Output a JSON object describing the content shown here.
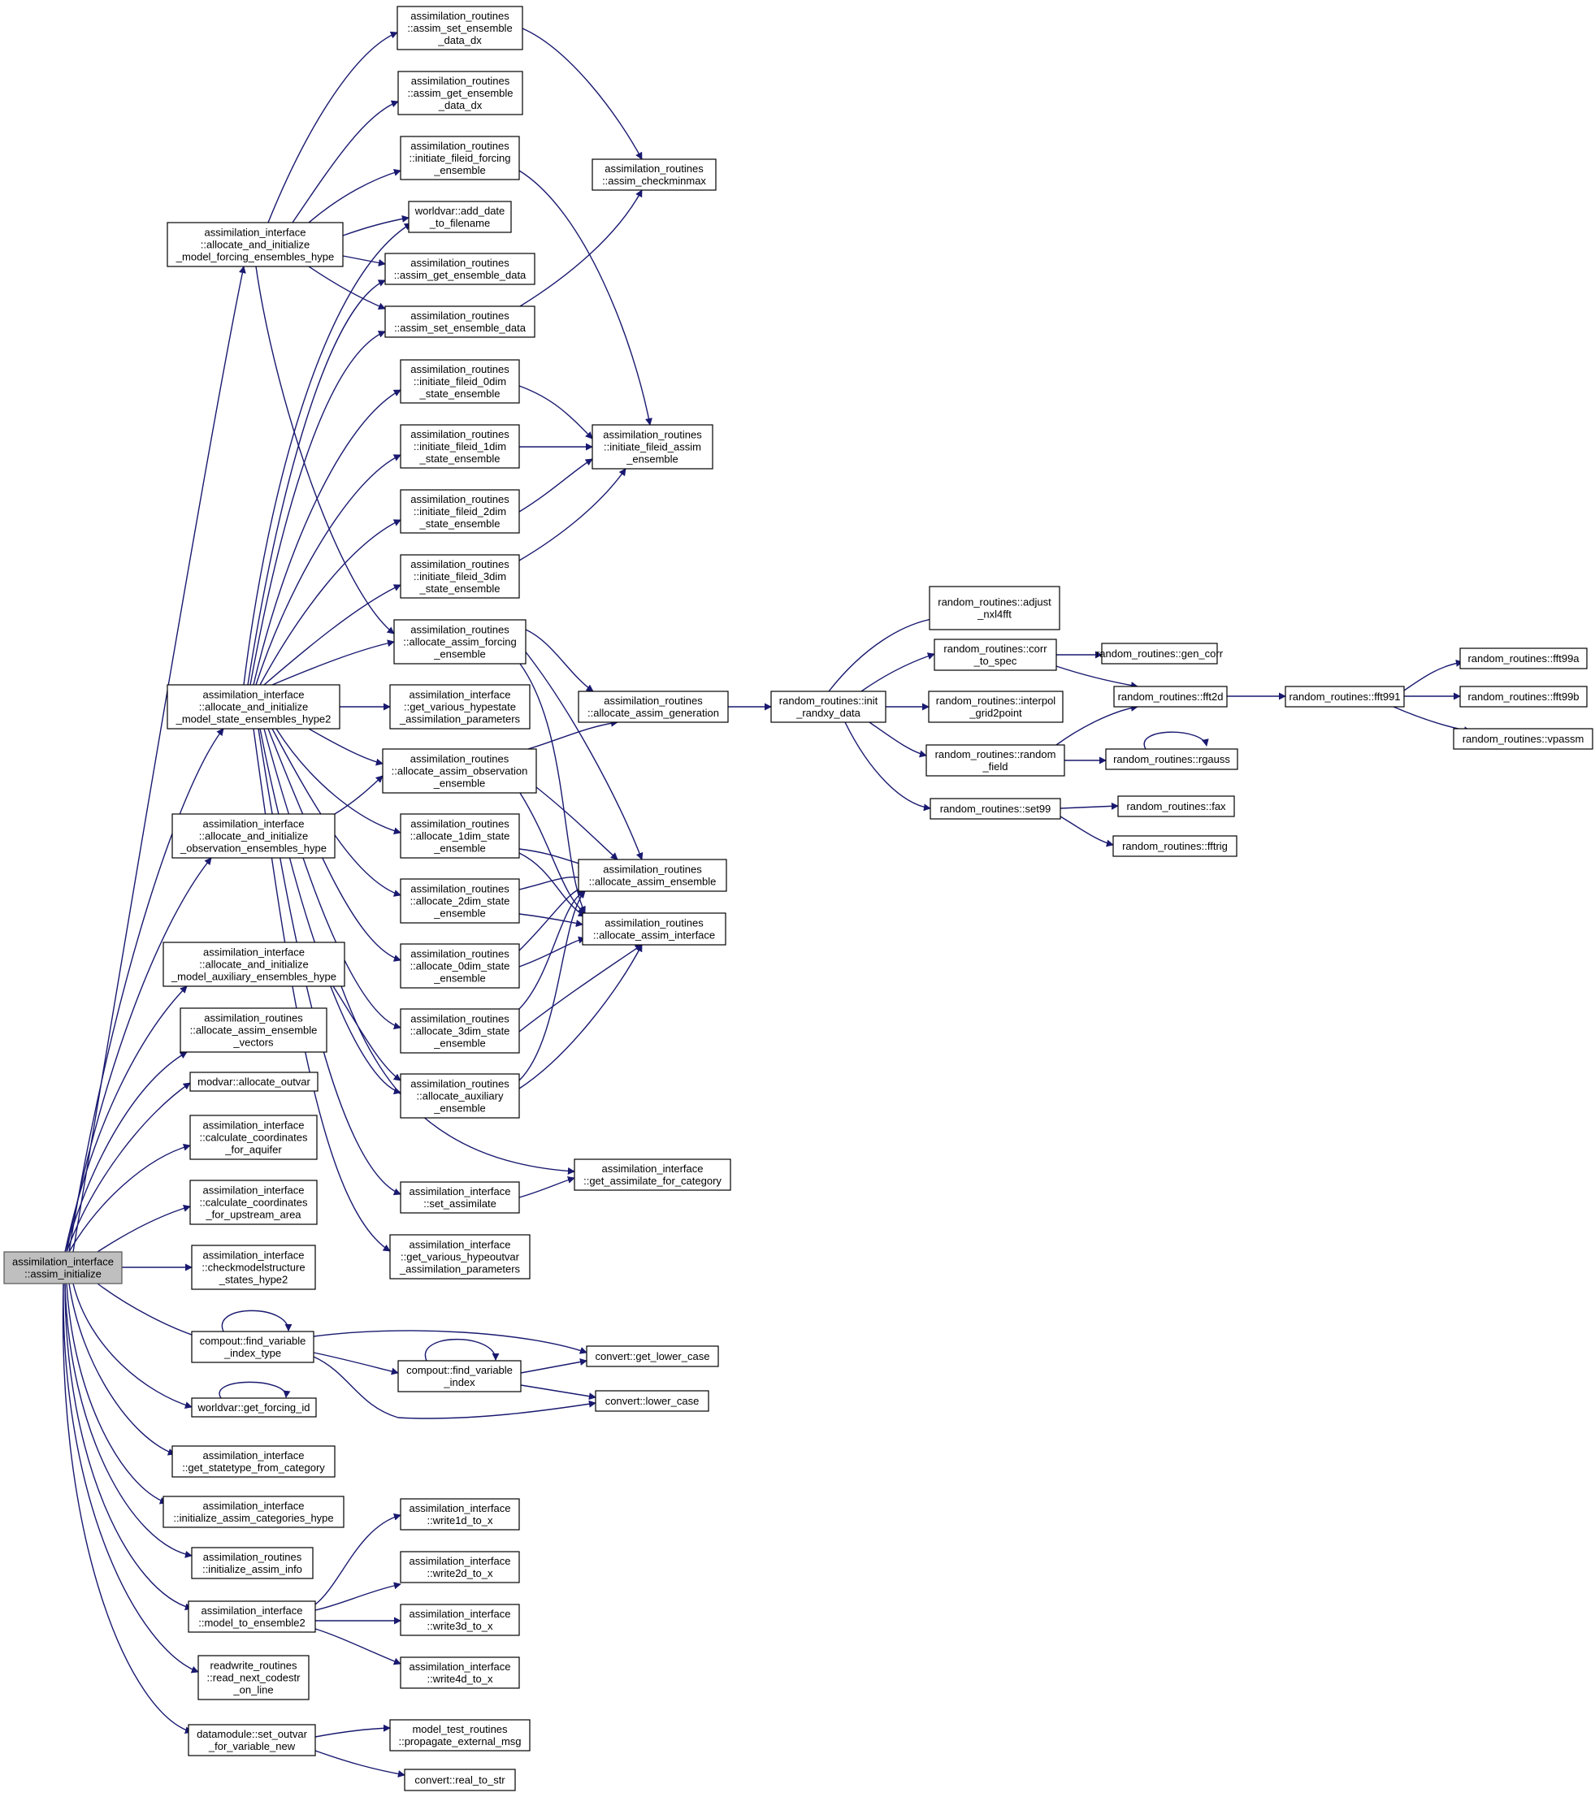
{
  "colors": {
    "edge": "#191970",
    "node_border": "#000000",
    "node_fill": "#ffffff",
    "root_fill": "#bfbfbf"
  },
  "diagram": {
    "type": "call-graph",
    "root": "n_root",
    "nodes": [
      {
        "id": "n_root",
        "lines": [
          "assimilation_interface",
          "::assim_initialize"
        ]
      },
      {
        "id": "n_afeh",
        "lines": [
          "assimilation_interface",
          "::allocate_and_initialize",
          "_model_forcing_ensembles_hype"
        ]
      },
      {
        "id": "n_aseh2",
        "lines": [
          "assimilation_interface",
          "::allocate_and_initialize",
          "_model_state_ensembles_hype2"
        ]
      },
      {
        "id": "n_aoeh",
        "lines": [
          "assimilation_interface",
          "::allocate_and_initialize",
          "_observation_ensembles_hype"
        ]
      },
      {
        "id": "n_aaeh",
        "lines": [
          "assimilation_interface",
          "::allocate_and_initialize",
          "_model_auxiliary_ensembles_hype"
        ]
      },
      {
        "id": "n_aaev",
        "lines": [
          "assimilation_routines",
          "::allocate_assim_ensemble",
          "_vectors"
        ]
      },
      {
        "id": "n_mao",
        "lines": [
          "modvar::allocate_outvar"
        ]
      },
      {
        "id": "n_cca",
        "lines": [
          "assimilation_interface",
          "::calculate_coordinates",
          "_for_aquifer"
        ]
      },
      {
        "id": "n_ccu",
        "lines": [
          "assimilation_interface",
          "::calculate_coordinates",
          "_for_upstream_area"
        ]
      },
      {
        "id": "n_cms",
        "lines": [
          "assimilation_interface",
          "::checkmodelstructure",
          "_states_hype2"
        ]
      },
      {
        "id": "n_fvit",
        "lines": [
          "compout::find_variable",
          "_index_type"
        ]
      },
      {
        "id": "n_gfid",
        "lines": [
          "worldvar::get_forcing_id"
        ]
      },
      {
        "id": "n_gsfc",
        "lines": [
          "assimilation_interface",
          "::get_statetype_from_category"
        ]
      },
      {
        "id": "n_iach",
        "lines": [
          "assimilation_interface",
          "::initialize_assim_categories_hype"
        ]
      },
      {
        "id": "n_iai",
        "lines": [
          "assimilation_routines",
          "::initialize_assim_info"
        ]
      },
      {
        "id": "n_mte2",
        "lines": [
          "assimilation_interface",
          "::model_to_ensemble2"
        ]
      },
      {
        "id": "n_rnc",
        "lines": [
          "readwrite_routines",
          "::read_next_codestr",
          "_on_line"
        ]
      },
      {
        "id": "n_sov",
        "lines": [
          "datamodule::set_outvar",
          "_for_variable_new"
        ]
      },
      {
        "id": "n_sedx",
        "lines": [
          "assimilation_routines",
          "::assim_set_ensemble",
          "_data_dx"
        ]
      },
      {
        "id": "n_gedx",
        "lines": [
          "assimilation_routines",
          "::assim_get_ensemble",
          "_data_dx"
        ]
      },
      {
        "id": "n_iffe",
        "lines": [
          "assimilation_routines",
          "::initiate_fileid_forcing",
          "_ensemble"
        ]
      },
      {
        "id": "n_add",
        "lines": [
          "worldvar::add_date",
          "_to_filename"
        ]
      },
      {
        "id": "n_ged",
        "lines": [
          "assimilation_routines",
          "::assim_get_ensemble_data"
        ]
      },
      {
        "id": "n_sed",
        "lines": [
          "assimilation_routines",
          "::assim_set_ensemble_data"
        ]
      },
      {
        "id": "n_if0",
        "lines": [
          "assimilation_routines",
          "::initiate_fileid_0dim",
          "_state_ensemble"
        ]
      },
      {
        "id": "n_if1",
        "lines": [
          "assimilation_routines",
          "::initiate_fileid_1dim",
          "_state_ensemble"
        ]
      },
      {
        "id": "n_if2",
        "lines": [
          "assimilation_routines",
          "::initiate_fileid_2dim",
          "_state_ensemble"
        ]
      },
      {
        "id": "n_if3",
        "lines": [
          "assimilation_routines",
          "::initiate_fileid_3dim",
          "_state_ensemble"
        ]
      },
      {
        "id": "n_aafe",
        "lines": [
          "assimilation_routines",
          "::allocate_assim_forcing",
          "_ensemble"
        ]
      },
      {
        "id": "n_gvhap",
        "lines": [
          "assimilation_interface",
          "::get_various_hypestate",
          "_assimilation_parameters"
        ]
      },
      {
        "id": "n_aaoe",
        "lines": [
          "assimilation_routines",
          "::allocate_assim_observation",
          "_ensemble"
        ]
      },
      {
        "id": "n_a1d",
        "lines": [
          "assimilation_routines",
          "::allocate_1dim_state",
          "_ensemble"
        ]
      },
      {
        "id": "n_a2d",
        "lines": [
          "assimilation_routines",
          "::allocate_2dim_state",
          "_ensemble"
        ]
      },
      {
        "id": "n_a0d",
        "lines": [
          "assimilation_routines",
          "::allocate_0dim_state",
          "_ensemble"
        ]
      },
      {
        "id": "n_a3d",
        "lines": [
          "assimilation_routines",
          "::allocate_3dim_state",
          "_ensemble"
        ]
      },
      {
        "id": "n_aaux",
        "lines": [
          "assimilation_routines",
          "::allocate_auxiliary",
          "_ensemble"
        ]
      },
      {
        "id": "n_sa",
        "lines": [
          "assimilation_interface",
          "::set_assimilate"
        ]
      },
      {
        "id": "n_gvho",
        "lines": [
          "assimilation_interface",
          "::get_various_hypeoutvar",
          "_assimilation_parameters"
        ]
      },
      {
        "id": "n_fvi",
        "lines": [
          "compout::find_variable",
          "_index"
        ]
      },
      {
        "id": "n_w1",
        "lines": [
          "assimilation_interface",
          "::write1d_to_x"
        ]
      },
      {
        "id": "n_w2",
        "lines": [
          "assimilation_interface",
          "::write2d_to_x"
        ]
      },
      {
        "id": "n_w3",
        "lines": [
          "assimilation_interface",
          "::write3d_to_x"
        ]
      },
      {
        "id": "n_w4",
        "lines": [
          "assimilation_interface",
          "::write4d_to_x"
        ]
      },
      {
        "id": "n_pem",
        "lines": [
          "model_test_routines",
          "::propagate_external_msg"
        ]
      },
      {
        "id": "n_rts",
        "lines": [
          "convert::real_to_str"
        ]
      },
      {
        "id": "n_acmm",
        "lines": [
          "assimilation_routines",
          "::assim_checkminmax"
        ]
      },
      {
        "id": "n_ifae",
        "lines": [
          "assimilation_routines",
          "::initiate_fileid_assim",
          "_ensemble"
        ]
      },
      {
        "id": "n_aag",
        "lines": [
          "assimilation_routines",
          "::allocate_assim_generation"
        ]
      },
      {
        "id": "n_aae",
        "lines": [
          "assimilation_routines",
          "::allocate_assim_ensemble"
        ]
      },
      {
        "id": "n_aai",
        "lines": [
          "assimilation_routines",
          "::allocate_assim_interface"
        ]
      },
      {
        "id": "n_gafc",
        "lines": [
          "assimilation_interface",
          "::get_assimilate_for_category"
        ]
      },
      {
        "id": "n_glc",
        "lines": [
          "convert::get_lower_case"
        ]
      },
      {
        "id": "n_lc",
        "lines": [
          "convert::lower_case"
        ]
      },
      {
        "id": "n_irxy",
        "lines": [
          "random_routines::init",
          "_randxy_data"
        ]
      },
      {
        "id": "n_adj",
        "lines": [
          "random_routines::adjust",
          "_nxl4fft"
        ]
      },
      {
        "id": "n_cts",
        "lines": [
          "random_routines::corr",
          "_to_spec"
        ]
      },
      {
        "id": "n_ig2p",
        "lines": [
          "random_routines::interpol",
          "_grid2point"
        ]
      },
      {
        "id": "n_rf",
        "lines": [
          "random_routines::random",
          "_field"
        ]
      },
      {
        "id": "n_s99",
        "lines": [
          "random_routines::set99"
        ]
      },
      {
        "id": "n_gc",
        "lines": [
          "random_routines::gen_corr"
        ]
      },
      {
        "id": "n_fft2d",
        "lines": [
          "random_routines::fft2d"
        ]
      },
      {
        "id": "n_rg",
        "lines": [
          "random_routines::rgauss"
        ]
      },
      {
        "id": "n_fax",
        "lines": [
          "random_routines::fax"
        ]
      },
      {
        "id": "n_ftr",
        "lines": [
          "random_routines::fftrig"
        ]
      },
      {
        "id": "n_f991",
        "lines": [
          "random_routines::fft991"
        ]
      },
      {
        "id": "n_f99a",
        "lines": [
          "random_routines::fft99a"
        ]
      },
      {
        "id": "n_f99b",
        "lines": [
          "random_routines::fft99b"
        ]
      },
      {
        "id": "n_vp",
        "lines": [
          "random_routines::vpassm"
        ]
      }
    ],
    "edges": [
      [
        "n_root",
        "n_afeh"
      ],
      [
        "n_root",
        "n_aseh2"
      ],
      [
        "n_root",
        "n_aoeh"
      ],
      [
        "n_root",
        "n_aaeh"
      ],
      [
        "n_root",
        "n_aaev"
      ],
      [
        "n_root",
        "n_mao"
      ],
      [
        "n_root",
        "n_cca"
      ],
      [
        "n_root",
        "n_ccu"
      ],
      [
        "n_root",
        "n_cms"
      ],
      [
        "n_root",
        "n_fvit"
      ],
      [
        "n_root",
        "n_gfid"
      ],
      [
        "n_root",
        "n_gsfc"
      ],
      [
        "n_root",
        "n_iach"
      ],
      [
        "n_root",
        "n_iai"
      ],
      [
        "n_root",
        "n_mte2"
      ],
      [
        "n_root",
        "n_rnc"
      ],
      [
        "n_root",
        "n_sov"
      ],
      [
        "n_afeh",
        "n_sedx"
      ],
      [
        "n_afeh",
        "n_gedx"
      ],
      [
        "n_afeh",
        "n_iffe"
      ],
      [
        "n_afeh",
        "n_add"
      ],
      [
        "n_afeh",
        "n_ged"
      ],
      [
        "n_afeh",
        "n_sed"
      ],
      [
        "n_afeh",
        "n_aafe"
      ],
      [
        "n_aseh2",
        "n_add"
      ],
      [
        "n_aseh2",
        "n_ged"
      ],
      [
        "n_aseh2",
        "n_sed"
      ],
      [
        "n_aseh2",
        "n_if0"
      ],
      [
        "n_aseh2",
        "n_if1"
      ],
      [
        "n_aseh2",
        "n_if2"
      ],
      [
        "n_aseh2",
        "n_if3"
      ],
      [
        "n_aseh2",
        "n_aafe"
      ],
      [
        "n_aseh2",
        "n_gvhap"
      ],
      [
        "n_aseh2",
        "n_aaoe"
      ],
      [
        "n_aseh2",
        "n_a1d"
      ],
      [
        "n_aseh2",
        "n_a2d"
      ],
      [
        "n_aseh2",
        "n_a0d"
      ],
      [
        "n_aseh2",
        "n_a3d"
      ],
      [
        "n_aseh2",
        "n_aaux"
      ],
      [
        "n_aseh2",
        "n_sa"
      ],
      [
        "n_aseh2",
        "n_gvho"
      ],
      [
        "n_aoeh",
        "n_aaoe"
      ],
      [
        "n_aaeh",
        "n_aaux"
      ],
      [
        "n_aaeh",
        "n_gafc"
      ],
      [
        "n_sedx",
        "n_acmm"
      ],
      [
        "n_sed",
        "n_acmm"
      ],
      [
        "n_iffe",
        "n_ifae"
      ],
      [
        "n_if0",
        "n_ifae"
      ],
      [
        "n_if1",
        "n_ifae"
      ],
      [
        "n_if2",
        "n_ifae"
      ],
      [
        "n_if3",
        "n_ifae"
      ],
      [
        "n_aafe",
        "n_aag"
      ],
      [
        "n_aafe",
        "n_aae"
      ],
      [
        "n_aafe",
        "n_aai"
      ],
      [
        "n_aaoe",
        "n_aag"
      ],
      [
        "n_aaoe",
        "n_aae"
      ],
      [
        "n_aaoe",
        "n_aai"
      ],
      [
        "n_a1d",
        "n_aae"
      ],
      [
        "n_a1d",
        "n_aai"
      ],
      [
        "n_a2d",
        "n_aae"
      ],
      [
        "n_a2d",
        "n_aai"
      ],
      [
        "n_a0d",
        "n_aae"
      ],
      [
        "n_a0d",
        "n_aai"
      ],
      [
        "n_a3d",
        "n_aae"
      ],
      [
        "n_a3d",
        "n_aai"
      ],
      [
        "n_aaux",
        "n_aae"
      ],
      [
        "n_aaux",
        "n_aai"
      ],
      [
        "n_sa",
        "n_gafc"
      ],
      [
        "n_aag",
        "n_irxy"
      ],
      [
        "n_irxy",
        "n_adj"
      ],
      [
        "n_irxy",
        "n_cts"
      ],
      [
        "n_irxy",
        "n_ig2p"
      ],
      [
        "n_irxy",
        "n_rf"
      ],
      [
        "n_irxy",
        "n_s99"
      ],
      [
        "n_cts",
        "n_gc"
      ],
      [
        "n_cts",
        "n_fft2d"
      ],
      [
        "n_rf",
        "n_fft2d"
      ],
      [
        "n_rf",
        "n_rg"
      ],
      [
        "n_rg",
        "n_rg"
      ],
      [
        "n_s99",
        "n_fax"
      ],
      [
        "n_s99",
        "n_ftr"
      ],
      [
        "n_fft2d",
        "n_f991"
      ],
      [
        "n_f991",
        "n_f99a"
      ],
      [
        "n_f991",
        "n_f99b"
      ],
      [
        "n_f991",
        "n_vp"
      ],
      [
        "n_fvit",
        "n_fvit"
      ],
      [
        "n_fvit",
        "n_fvi"
      ],
      [
        "n_fvit",
        "n_glc"
      ],
      [
        "n_fvit",
        "n_lc"
      ],
      [
        "n_fvi",
        "n_fvi"
      ],
      [
        "n_fvi",
        "n_glc"
      ],
      [
        "n_fvi",
        "n_lc"
      ],
      [
        "n_gfid",
        "n_gfid"
      ],
      [
        "n_mte2",
        "n_w1"
      ],
      [
        "n_mte2",
        "n_w2"
      ],
      [
        "n_mte2",
        "n_w3"
      ],
      [
        "n_mte2",
        "n_w4"
      ],
      [
        "n_sov",
        "n_pem"
      ],
      [
        "n_sov",
        "n_rts"
      ]
    ]
  }
}
